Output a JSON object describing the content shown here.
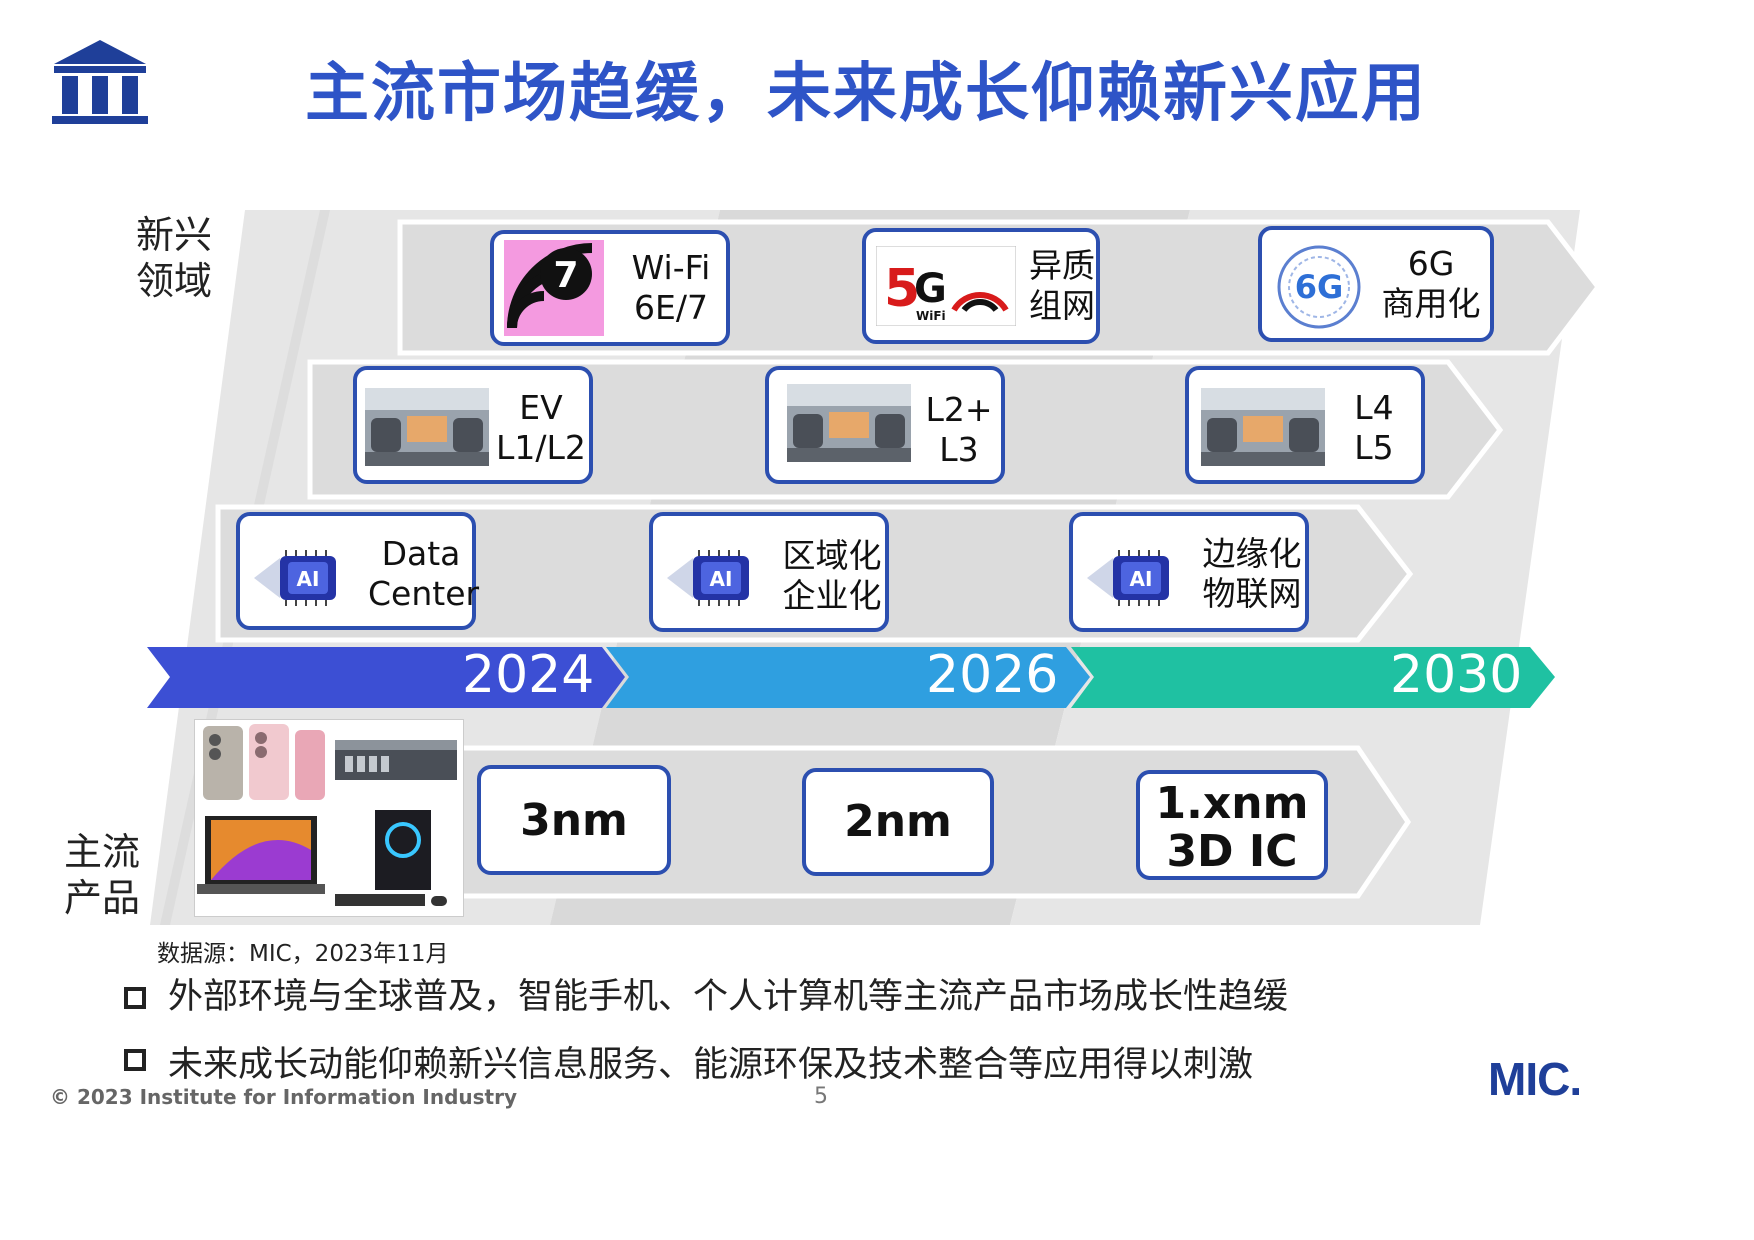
{
  "page": {
    "title": "主流市场趋缓，未来成长仰赖新兴应用",
    "page_number": "5",
    "footer": "© 2023 Institute for Information Industry",
    "source": "数据源：MIC，2023年11月",
    "mic_logo": "MIC."
  },
  "categories": {
    "emerging": [
      "新兴",
      "领域"
    ],
    "mainstream": [
      "主流",
      "产品"
    ]
  },
  "timeline": {
    "years": [
      "2024",
      "2026",
      "2030"
    ],
    "colors": [
      "#3c4fd4",
      "#2f9fe0",
      "#1fc1a2"
    ]
  },
  "rows": {
    "wireless": [
      {
        "lines": [
          "Wi-Fi",
          "6E/7"
        ],
        "icon": "wifi7-icon"
      },
      {
        "lines": [
          "异质",
          "组网"
        ],
        "icon": "5g-wifi-icon"
      },
      {
        "lines": [
          "6G",
          "商用化"
        ],
        "icon": "6g-icon"
      }
    ],
    "vehicle": [
      {
        "lines": [
          "EV",
          "L1/L2"
        ],
        "icon": "car-interior-icon"
      },
      {
        "lines": [
          "L2+",
          "L3"
        ],
        "icon": "car-interior-icon"
      },
      {
        "lines": [
          "L4",
          "L5"
        ],
        "icon": "car-interior-icon"
      }
    ],
    "ai": [
      {
        "lines": [
          "Data",
          "Center"
        ],
        "icon": "ai-chip-icon"
      },
      {
        "lines": [
          "区域化",
          "企业化"
        ],
        "icon": "ai-chip-icon"
      },
      {
        "lines": [
          "边缘化",
          "物联网"
        ],
        "icon": "ai-chip-icon"
      }
    ],
    "process": [
      {
        "lines": [
          "3nm"
        ]
      },
      {
        "lines": [
          "2nm"
        ]
      },
      {
        "lines": [
          "1.xnm",
          "3D IC"
        ]
      }
    ]
  },
  "bullets": [
    "外部环境与全球普及，智能手机、个人计算机等主流产品市场成长性趋缓",
    "未来成长动能仰赖新兴信息服务、能源环保及技术整合等应用得以刺激"
  ]
}
